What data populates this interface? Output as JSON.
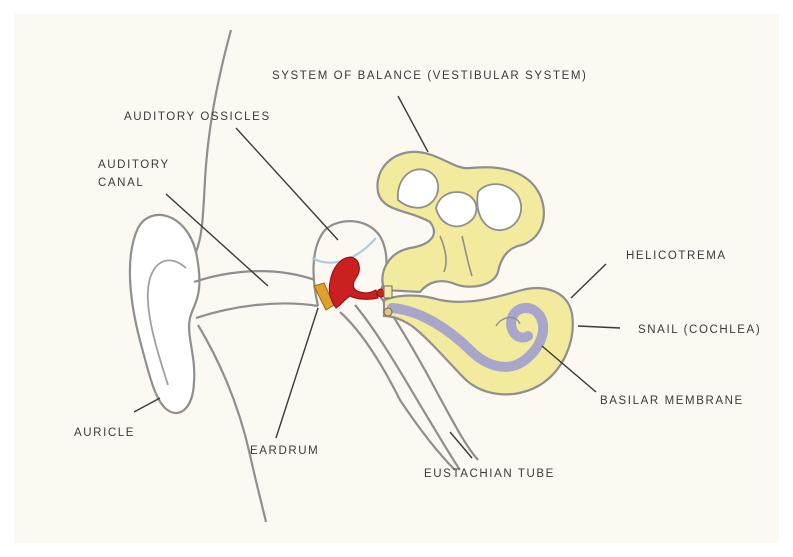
{
  "labels": {
    "system_of_balance": "SYSTEM OF BALANCE (VESTIBULAR SYSTEM)",
    "auditory_ossicles": "AUDITORY OSSICLES",
    "auditory_canal_line1": "AUDITORY",
    "auditory_canal_line2": "CANAL",
    "helicotrema": "HELICOTREMA",
    "snail_cochlea": "SNAIL (COCHLEA)",
    "basilar_membrane": "BASILAR MEMBRANE",
    "auricle": "AURICLE",
    "eardrum": "EARDRUM",
    "eustachian_tube": "EUSTACHIAN TUBE"
  },
  "colors": {
    "background": "#fbf9f2",
    "outline": "#8f8f8f",
    "outline_dark": "#5c5c5c",
    "ossicles": "#cc1f1f",
    "eardrum": "#e0a030",
    "vestibular_fill": "#f2ea9c",
    "cochlea_duct": "#a9a6cc",
    "middle_ear_line": "#a8cde4",
    "leader": "#3a3a3a"
  }
}
